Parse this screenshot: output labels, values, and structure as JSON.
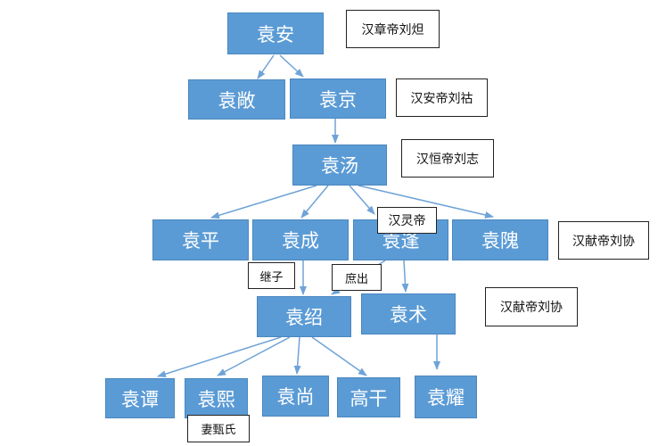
{
  "nodes": {
    "yuan_an": "袁安",
    "yuan_chang": "袁敞",
    "yuan_jing": "袁京",
    "yuan_tang": "袁汤",
    "yuan_ping": "袁平",
    "yuan_cheng": "袁成",
    "yuan_feng": "袁逢",
    "yuan_wei": "袁隗",
    "yuan_shao": "袁绍",
    "yuan_shu": "袁术",
    "yuan_tan": "袁谭",
    "yuan_xi": "袁熙",
    "yuan_shang": "袁尚",
    "gao_gan": "高干",
    "yuan_yao": "袁耀"
  },
  "labels": {
    "emperor_zhang": "汉章帝刘炟",
    "emperor_an": "汉安帝刘祜",
    "emperor_huan": "汉恒帝刘志",
    "emperor_ling": "汉灵帝",
    "emperor_xian_1": "汉献帝刘协",
    "emperor_xian_2": "汉献帝刘协",
    "adopted_son": "继子",
    "illegitimate": "庶出",
    "wife_zhen": "妻甄氏"
  },
  "colors": {
    "node_fill": "#5b9bd5",
    "arrow": "#6fa3d8"
  }
}
